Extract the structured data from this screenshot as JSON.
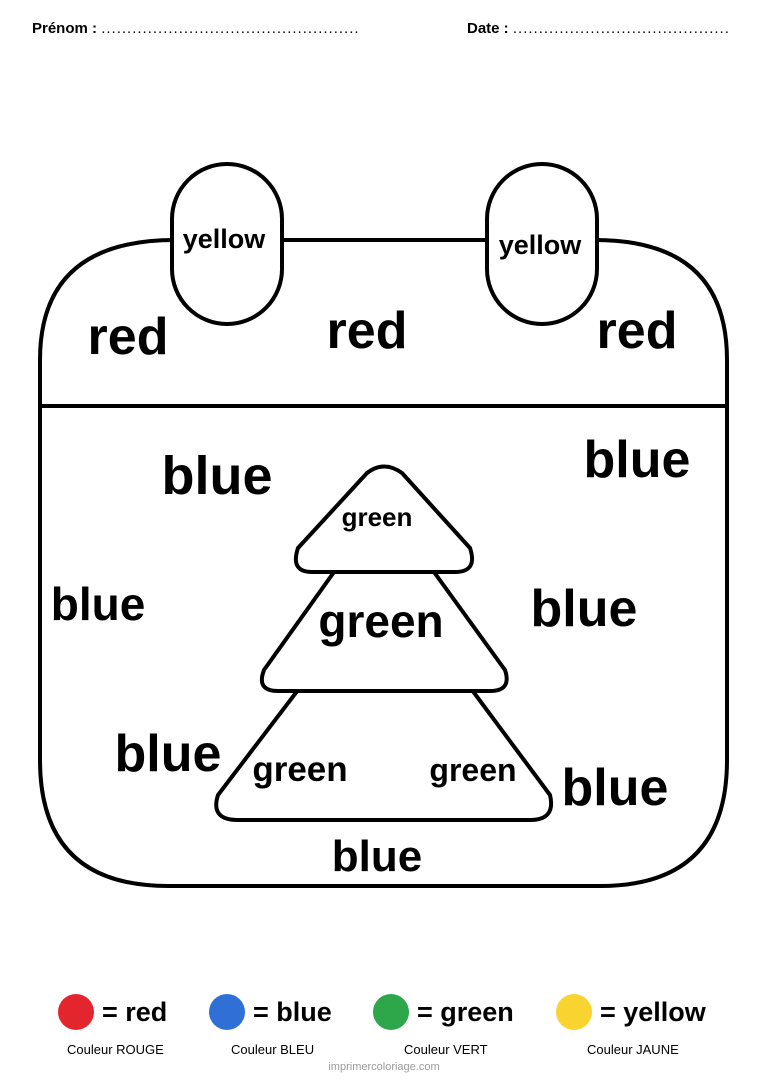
{
  "header": {
    "name_label": "Prénom :",
    "name_dots": "..................................................",
    "date_label": "Date :",
    "date_dots": ".........................................."
  },
  "picture": {
    "tab_left": "yellow",
    "tab_right": "yellow",
    "top_left": "red",
    "top_center": "red",
    "top_right": "red",
    "blue_upper_left": "blue",
    "blue_upper_right": "blue",
    "blue_mid_left": "blue",
    "blue_mid_right": "blue",
    "blue_lower_left": "blue",
    "blue_lower_right": "blue",
    "blue_bottom": "blue",
    "tree_top": "green",
    "tree_middle": "green",
    "tree_bottom_left": "green",
    "tree_bottom_right": "green"
  },
  "legend": [
    {
      "word": "= red",
      "caption": "Couleur ROUGE",
      "color": "#e3262e"
    },
    {
      "word": "= blue",
      "caption": "Couleur BLEU",
      "color": "#2f6fd6"
    },
    {
      "word": "= green",
      "caption": "Couleur VERT",
      "color": "#2ea64a"
    },
    {
      "word": "= yellow",
      "caption": "Couleur JAUNE",
      "color": "#f9d330"
    }
  ],
  "footer": "imprimercoloriage.com"
}
